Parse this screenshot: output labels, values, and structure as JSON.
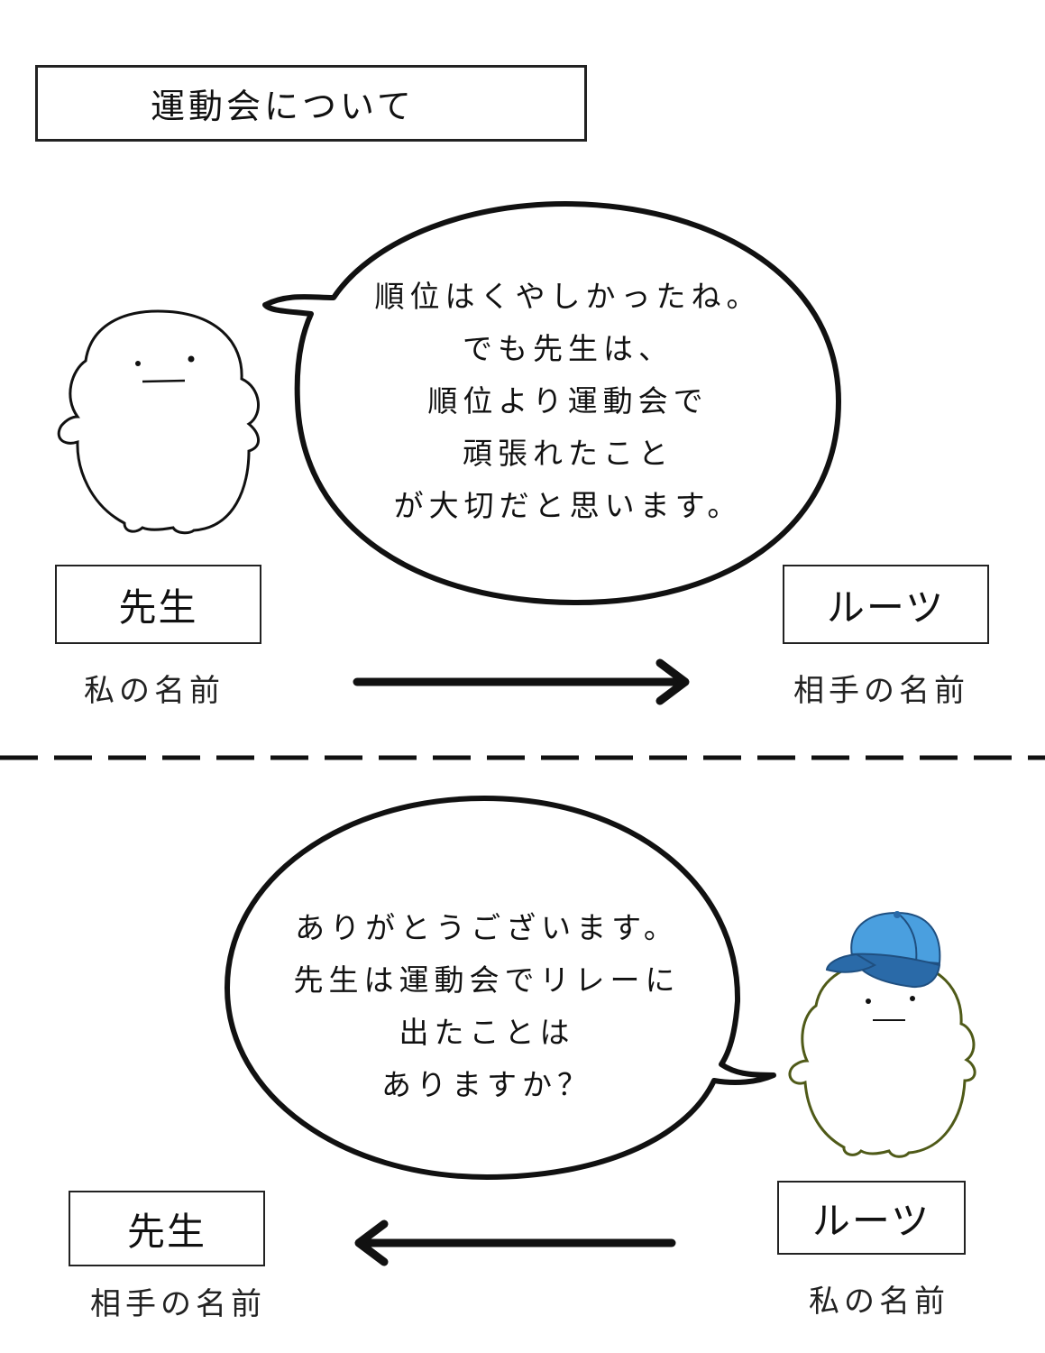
{
  "title": "運動会について",
  "panel_top": {
    "speech_lines": [
      "順位はくやしかったね。",
      "でも先生は、",
      "順位より運動会で",
      "頑張れたこと",
      "が大切だと思います。"
    ],
    "left_name": "先生",
    "left_caption": "私の名前",
    "right_name": "ルーツ",
    "right_caption": "相手の名前",
    "arrow_direction": "right"
  },
  "panel_bottom": {
    "speech_lines": [
      "ありがとうございます。",
      "先生は運動会でリレーに",
      "出たことは",
      "ありますか？"
    ],
    "left_name": "先生",
    "left_caption": "相手の名前",
    "right_name": "ルーツ",
    "right_caption": "私の名前",
    "arrow_direction": "left"
  },
  "colors": {
    "cap": "#4a9fdf",
    "cap_dark": "#2a6aa8",
    "character_outline_green": "#4f5a18",
    "ink": "#111111"
  }
}
